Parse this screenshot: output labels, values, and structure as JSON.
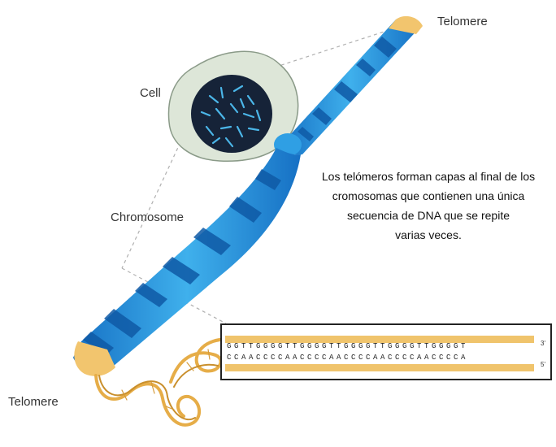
{
  "labels": {
    "telomere_top": "Telomere",
    "cell": "Cell",
    "chromosome": "Chromosome",
    "telomere_bottom": "Telomere"
  },
  "description": {
    "lines": [
      "Los telómeros forman capas al final de los",
      "cromosomas que contienen una única",
      "secuencia de DNA que se  repite",
      "varias veces."
    ]
  },
  "sequence": {
    "top": "GGTTGGGGTTGGGGTTGGGGTTGGGGTTGGGGT",
    "bottom": "CCAACCCCAACCCCAACCCCAACCCCAACCCCA",
    "top_end": "3'",
    "bottom_end": "5'"
  },
  "colors": {
    "chromosome_light": "#2a9be0",
    "chromosome_dark": "#1060b0",
    "telomere": "#f2c56e",
    "cell_fill": "#dde6d8",
    "nucleus": "#162338",
    "dna_strand": "#e6ad48"
  }
}
